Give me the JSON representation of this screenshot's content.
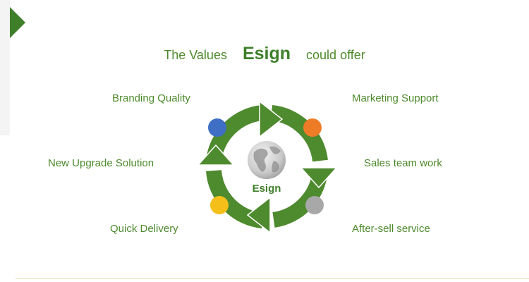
{
  "title": {
    "prefix": "The Values",
    "brand": "Esign",
    "suffix": "could offer"
  },
  "center_label": "Esign",
  "values": {
    "left": [
      "Branding Quality",
      "New Upgrade Solution",
      "Quick Delivery"
    ],
    "right": [
      "Marketing Support",
      "Sales team work",
      "After-sell service"
    ]
  },
  "colors": {
    "accent_green": "#4d8a2c",
    "cycle_green": "#4e8a2e",
    "dot_blue": "#3e6fc4",
    "dot_orange": "#ee7b26",
    "dot_yellow": "#f5bf1a",
    "dot_gray": "#a8a8a8"
  },
  "icons": {
    "center": "globe-icon",
    "cycle": "circular-arrows-icon"
  }
}
